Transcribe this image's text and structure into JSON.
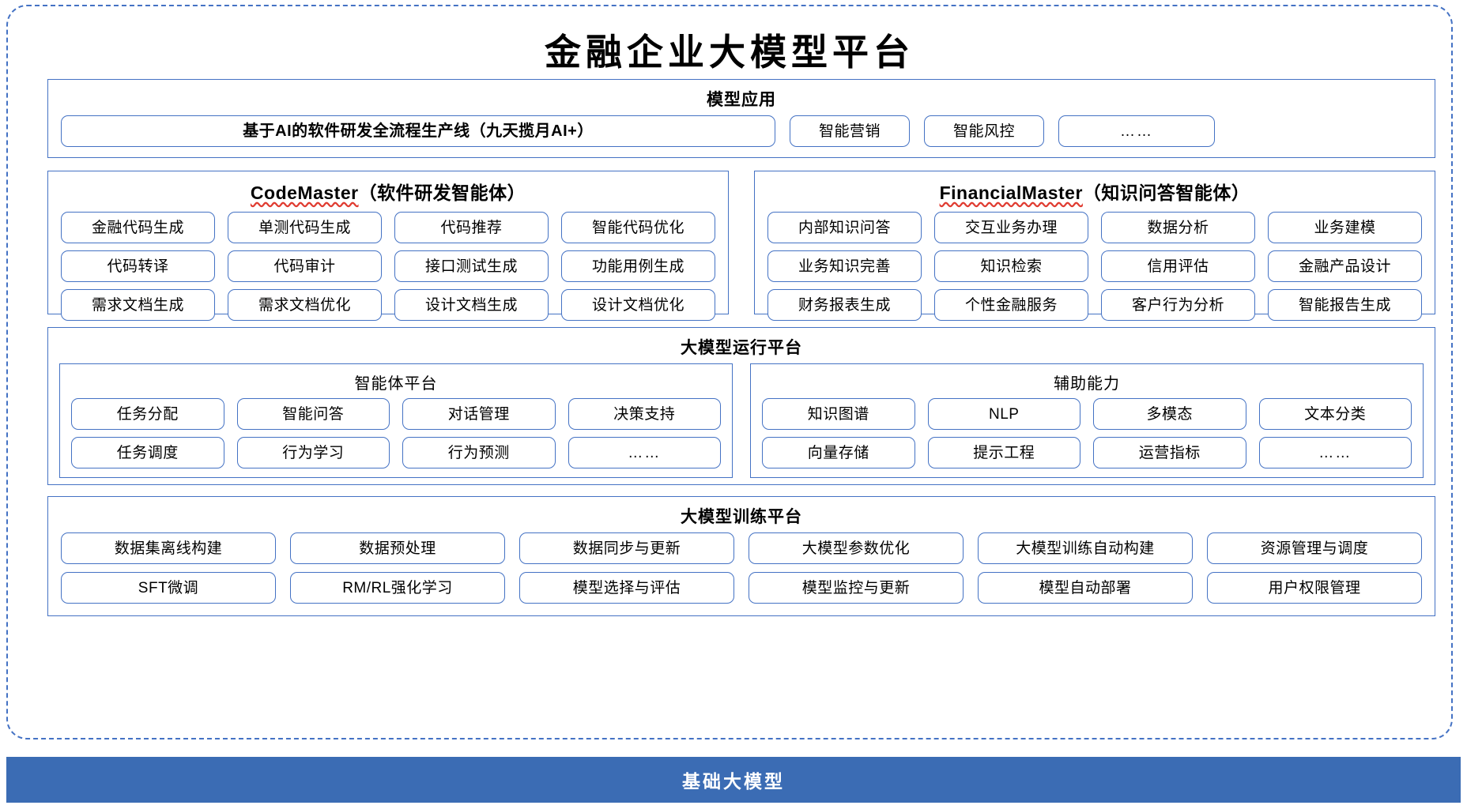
{
  "title": "金融企业大模型平台",
  "application_layer": {
    "title": "模型应用",
    "primary": "基于AI的软件研发全流程生产线（九天揽月AI+）",
    "items": [
      "智能营销",
      "智能风控"
    ],
    "more": "……"
  },
  "agents": {
    "code_master": {
      "name": "CodeMaster",
      "suffix": "（软件研发智能体）",
      "rows": [
        [
          "金融代码生成",
          "单测代码生成",
          "代码推荐",
          "智能代码优化"
        ],
        [
          "代码转译",
          "代码审计",
          "接口测试生成",
          "功能用例生成"
        ],
        [
          "需求文档生成",
          "需求文档优化",
          "设计文档生成",
          "设计文档优化"
        ]
      ]
    },
    "financial_master": {
      "name": "FinancialMaster",
      "suffix": "（知识问答智能体）",
      "rows": [
        [
          "内部知识问答",
          "交互业务办理",
          "数据分析",
          "业务建模"
        ],
        [
          "业务知识完善",
          "知识检索",
          "信用评估",
          "金融产品设计"
        ],
        [
          "财务报表生成",
          "个性金融服务",
          "客户行为分析",
          "智能报告生成"
        ]
      ]
    }
  },
  "runtime_layer": {
    "title": "大模型运行平台",
    "agent_platform": {
      "title": "智能体平台",
      "rows": [
        [
          "任务分配",
          "智能问答",
          "对话管理",
          "决策支持"
        ],
        [
          "任务调度",
          "行为学习",
          "行为预测",
          "……"
        ]
      ]
    },
    "auxiliary": {
      "title": "辅助能力",
      "rows": [
        [
          "知识图谱",
          "NLP",
          "多模态",
          "文本分类"
        ],
        [
          "向量存储",
          "提示工程",
          "运营指标",
          "……"
        ]
      ]
    }
  },
  "training_layer": {
    "title": "大模型训练平台",
    "rows": [
      [
        "数据集离线构建",
        "数据预处理",
        "数据同步与更新",
        "大模型参数优化",
        "大模型训练自动构建",
        "资源管理与调度"
      ],
      [
        "SFT微调",
        "RM/RL强化学习",
        "模型选择与评估",
        "模型监控与更新",
        "模型自动部署",
        "用户权限管理"
      ]
    ]
  },
  "base_model": {
    "label": "基础大模型"
  },
  "colors": {
    "border_blue": "#4472c4",
    "base_bar_blue": "#3b6cb4",
    "spellcheck_red": "#e03c31"
  }
}
